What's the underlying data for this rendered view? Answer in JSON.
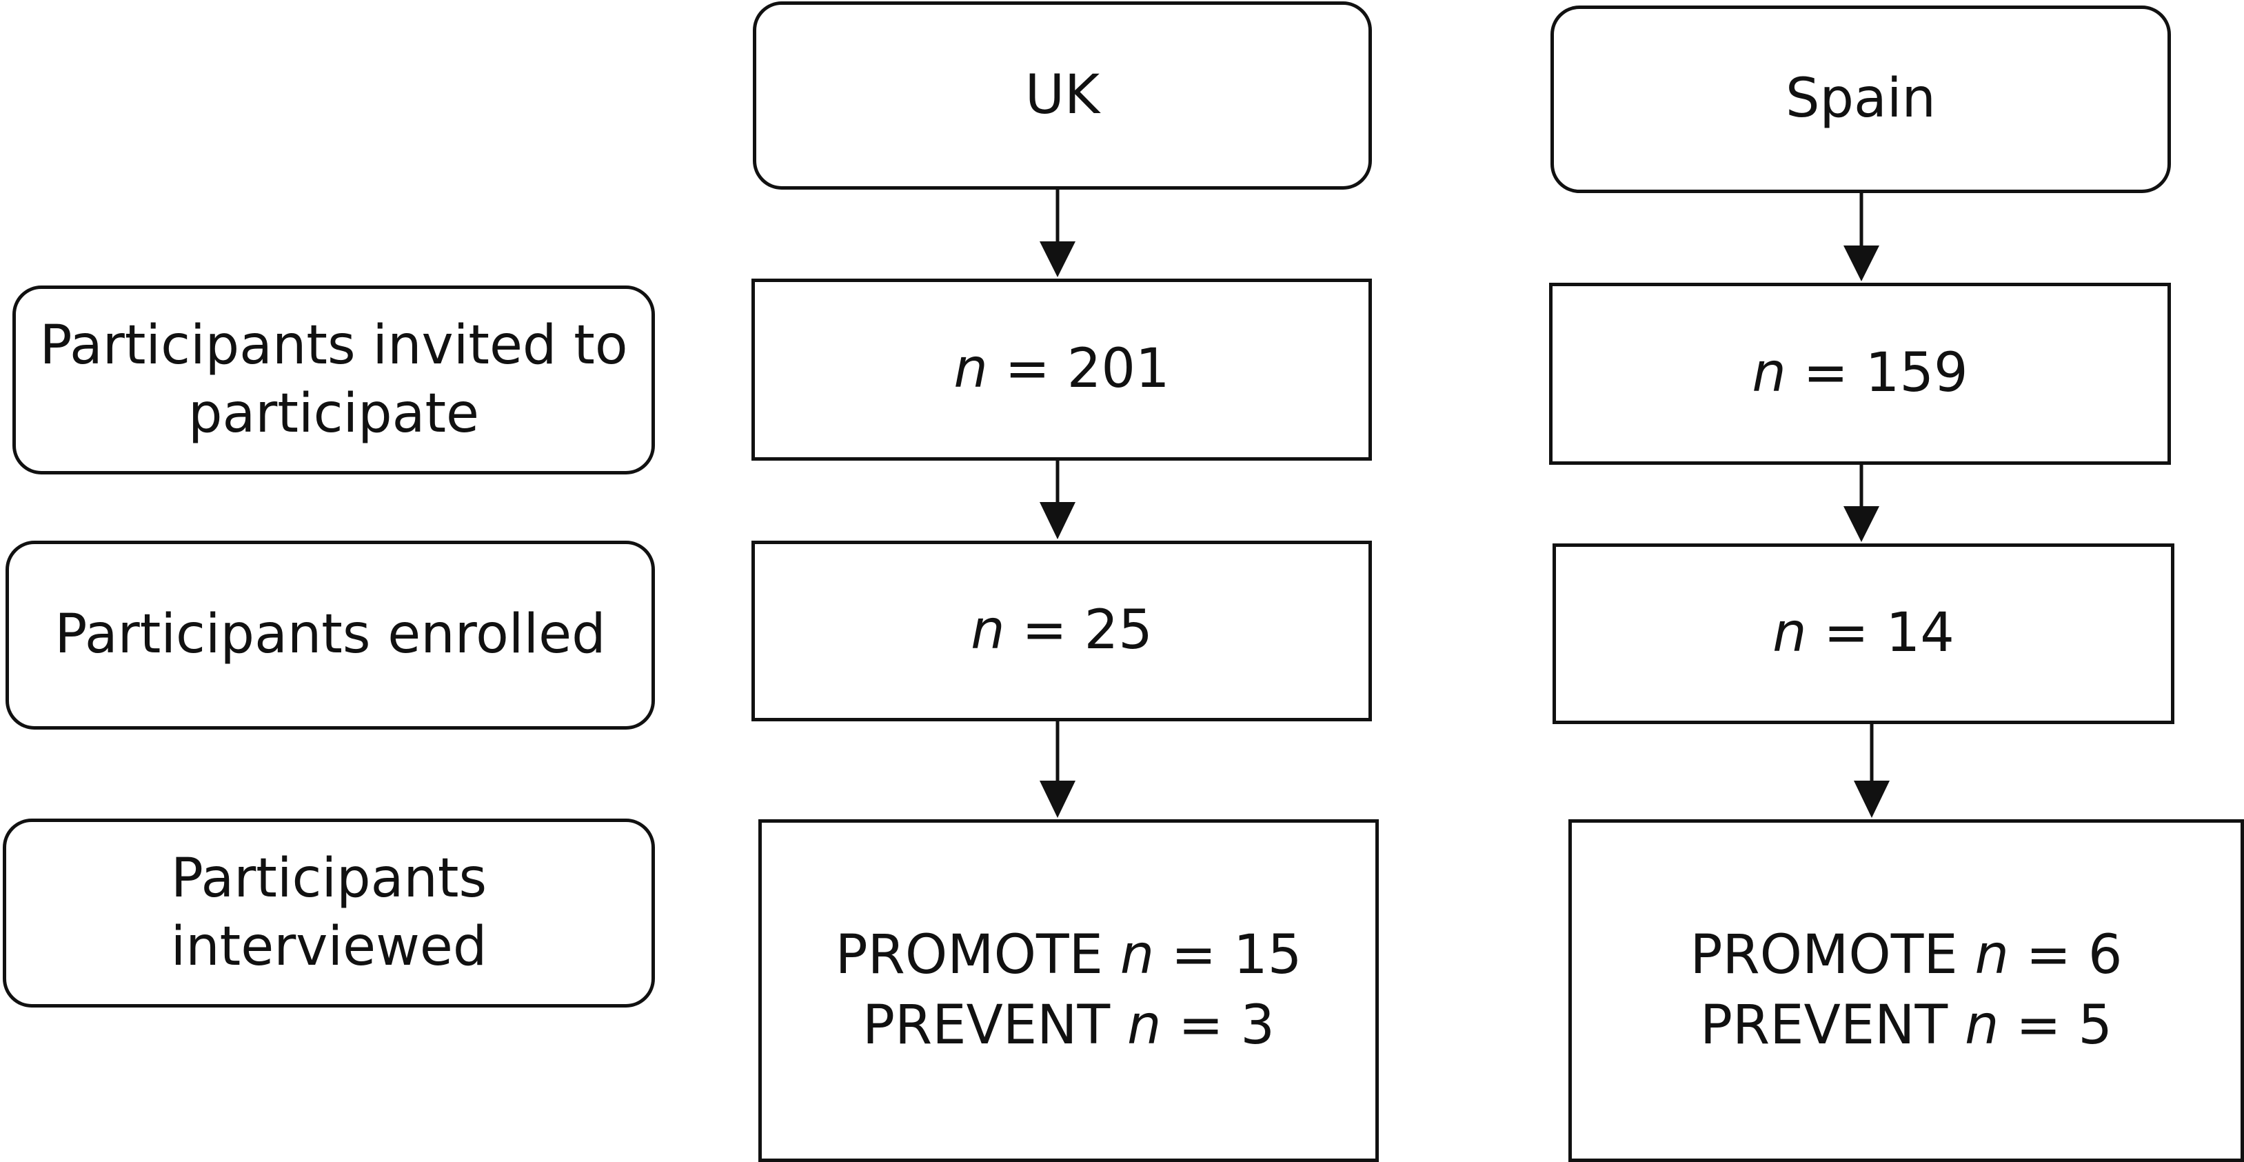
{
  "columns": [
    {
      "header": "UK",
      "invited": "201",
      "enrolled": "25",
      "interviewed": [
        {
          "label": "PROMOTE",
          "n": "15"
        },
        {
          "label": "PREVENT",
          "n": "3"
        }
      ]
    },
    {
      "header": "Spain",
      "invited": "159",
      "enrolled": "14",
      "interviewed": [
        {
          "label": "PROMOTE",
          "n": "6"
        },
        {
          "label": "PREVENT",
          "n": "5"
        }
      ]
    }
  ],
  "row_labels": {
    "invited_line1": "Participants invited to",
    "invited_line2": "participate",
    "enrolled": "Participants enrolled",
    "interviewed": "Participants interviewed"
  },
  "notation": {
    "n_symbol": "n",
    "equals": "="
  }
}
